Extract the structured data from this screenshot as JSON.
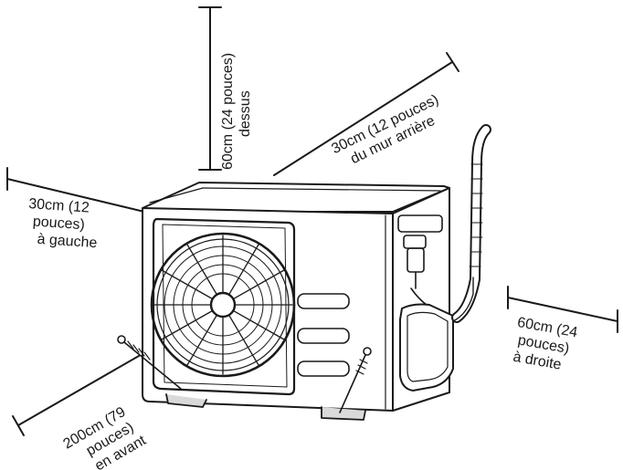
{
  "labels": {
    "top": {
      "line1": "60cm (24 pouces)",
      "line2": "dessus"
    },
    "rear": {
      "line1": "30cm (12 pouces)",
      "line2": "du mur arrière"
    },
    "left": {
      "line1": "30cm (12",
      "line2": "pouces)",
      "line3": "à gauche"
    },
    "right": {
      "line1": "60cm (24",
      "line2": "pouces)",
      "line3": "à droite"
    },
    "front": {
      "line1": "200cm (79",
      "line2": "pouces)",
      "line3": "en avant"
    }
  },
  "colors": {
    "ink": "#1a1a1a",
    "unit_fill": "#ffffff",
    "shade": "#d9d9d9"
  }
}
